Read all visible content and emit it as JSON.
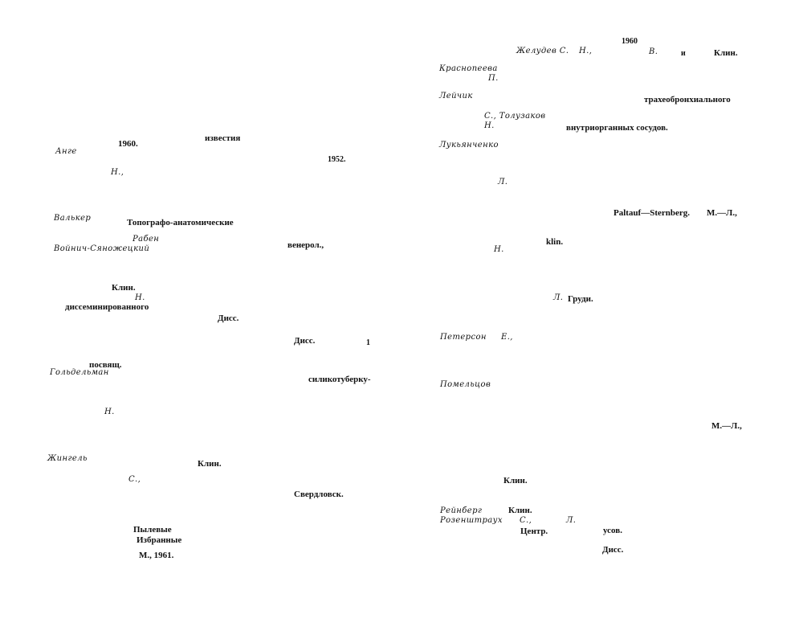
{
  "left_column": {
    "f01": "известия",
    "f02": "Анге",
    "f03": "1960.",
    "f04": "1952.",
    "f05": "Н.,",
    "f06": "Валькер",
    "f07": "Топографо-анатомические",
    "f08": "Рабен",
    "f09": "Войнич-Сяножецкий",
    "f10": "венерол.,",
    "f11": "Клин.",
    "f12": "Н.",
    "f13": "диссеминированного",
    "f14": "Дисс.",
    "f15": "Дисс.",
    "f16": "1",
    "f17": "посвящ.",
    "f18": "Гольдельман",
    "f19": "силикотуберку-",
    "f20": "Н.",
    "f21": "Жингель",
    "f22": "Клин.",
    "f23": "С.,",
    "f24": "Свердловск.",
    "f25": "Пылевые",
    "f26": "Избранные",
    "f27": "М., 1961."
  },
  "right_column": {
    "f01": "1960",
    "f02": "Желудев С.",
    "f03": "Н.,",
    "f04": "В.",
    "f05": "и",
    "f06": "Клин.",
    "f07": "Краснопеева",
    "f08": "П.",
    "f09": "Лейчик",
    "f10": "трахеобронхиального",
    "f11": "С., Толузаков",
    "f12": "Н.",
    "f13": "внутриорганных сосудов.",
    "f14": "Лукьянченко",
    "f15": "Л.",
    "f16": "Paltauf—Sternberg.",
    "f17": "М.—Л.,",
    "f18": "klin.",
    "f19": "Н.",
    "f20": "Л.",
    "f21": "Груди.",
    "f22": "Петерсон",
    "f23": "Е.,",
    "f24": "Помельцов",
    "f25": "М.—Л.,",
    "f26": "Клин.",
    "f27": "Рейнберг",
    "f28": "Клин.",
    "f29": "Розенштраух",
    "f30": "С.,",
    "f31": "Л.",
    "f32": "Центр.",
    "f33": "усов.",
    "f34": "Дисс."
  }
}
